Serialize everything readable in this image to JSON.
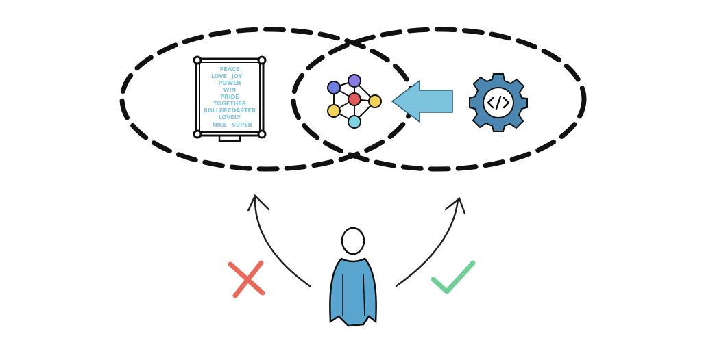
{
  "word_cloud": {
    "words": [
      "PEACE",
      "LOVE",
      "JOY",
      "POWER",
      "WIN",
      "PRIDE",
      "TOGETHER",
      "ROLLERCOASTER",
      "LOVELY",
      "NICE",
      "SUPER"
    ]
  },
  "icons": {
    "left_set": "word-cloud-frame-icon",
    "intersection": "neural-network-icon",
    "right_set": "code-gear-icon",
    "arrow_to_network": "arrow-left-icon",
    "person": "person-icon",
    "reject": "cross-icon",
    "accept": "check-icon"
  },
  "colors": {
    "outline": "#111111",
    "node_blue": "#6c7fe0",
    "node_purple": "#8a7be6",
    "node_red": "#e05a5a",
    "node_yellow": "#f3d35a",
    "node_cyan": "#7fd3e0",
    "arrow_fill": "#7cc3dd",
    "gear_fill": "#4a86b0",
    "person_fill": "#5aa5cf",
    "cross": "#e8695a",
    "check": "#6fcf97"
  }
}
